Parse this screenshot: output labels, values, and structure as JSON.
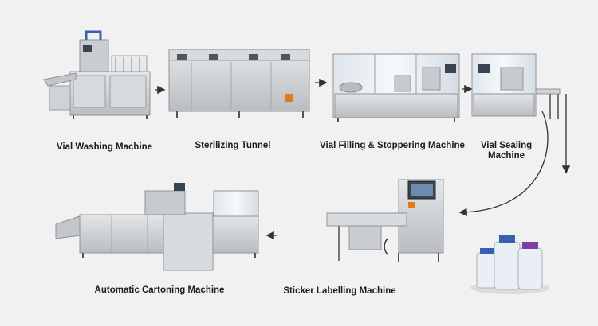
{
  "machines": [
    {
      "id": "vial-washing",
      "label": "Vial Washing Machine"
    },
    {
      "id": "sterilizing-tunnel",
      "label": "Sterilizing Tunnel"
    },
    {
      "id": "vial-filling",
      "label": "Vial Filling & Stoppering Machine"
    },
    {
      "id": "vial-sealing",
      "label": "Vial Sealing Machine"
    },
    {
      "id": "sticker-labelling",
      "label": "Sticker Labelling Machine"
    },
    {
      "id": "automatic-cartoning",
      "label": "Automatic Cartoning Machine"
    }
  ],
  "colors": {
    "background": "#f1f1f1",
    "steel": "#cfd2d5",
    "steel_dark": "#9a9ea3",
    "glass": "#e3e8ec",
    "vial_cap_blue": "#3b5fb0",
    "vial_cap_purple": "#7a3fa0",
    "arrow": "#333333"
  }
}
